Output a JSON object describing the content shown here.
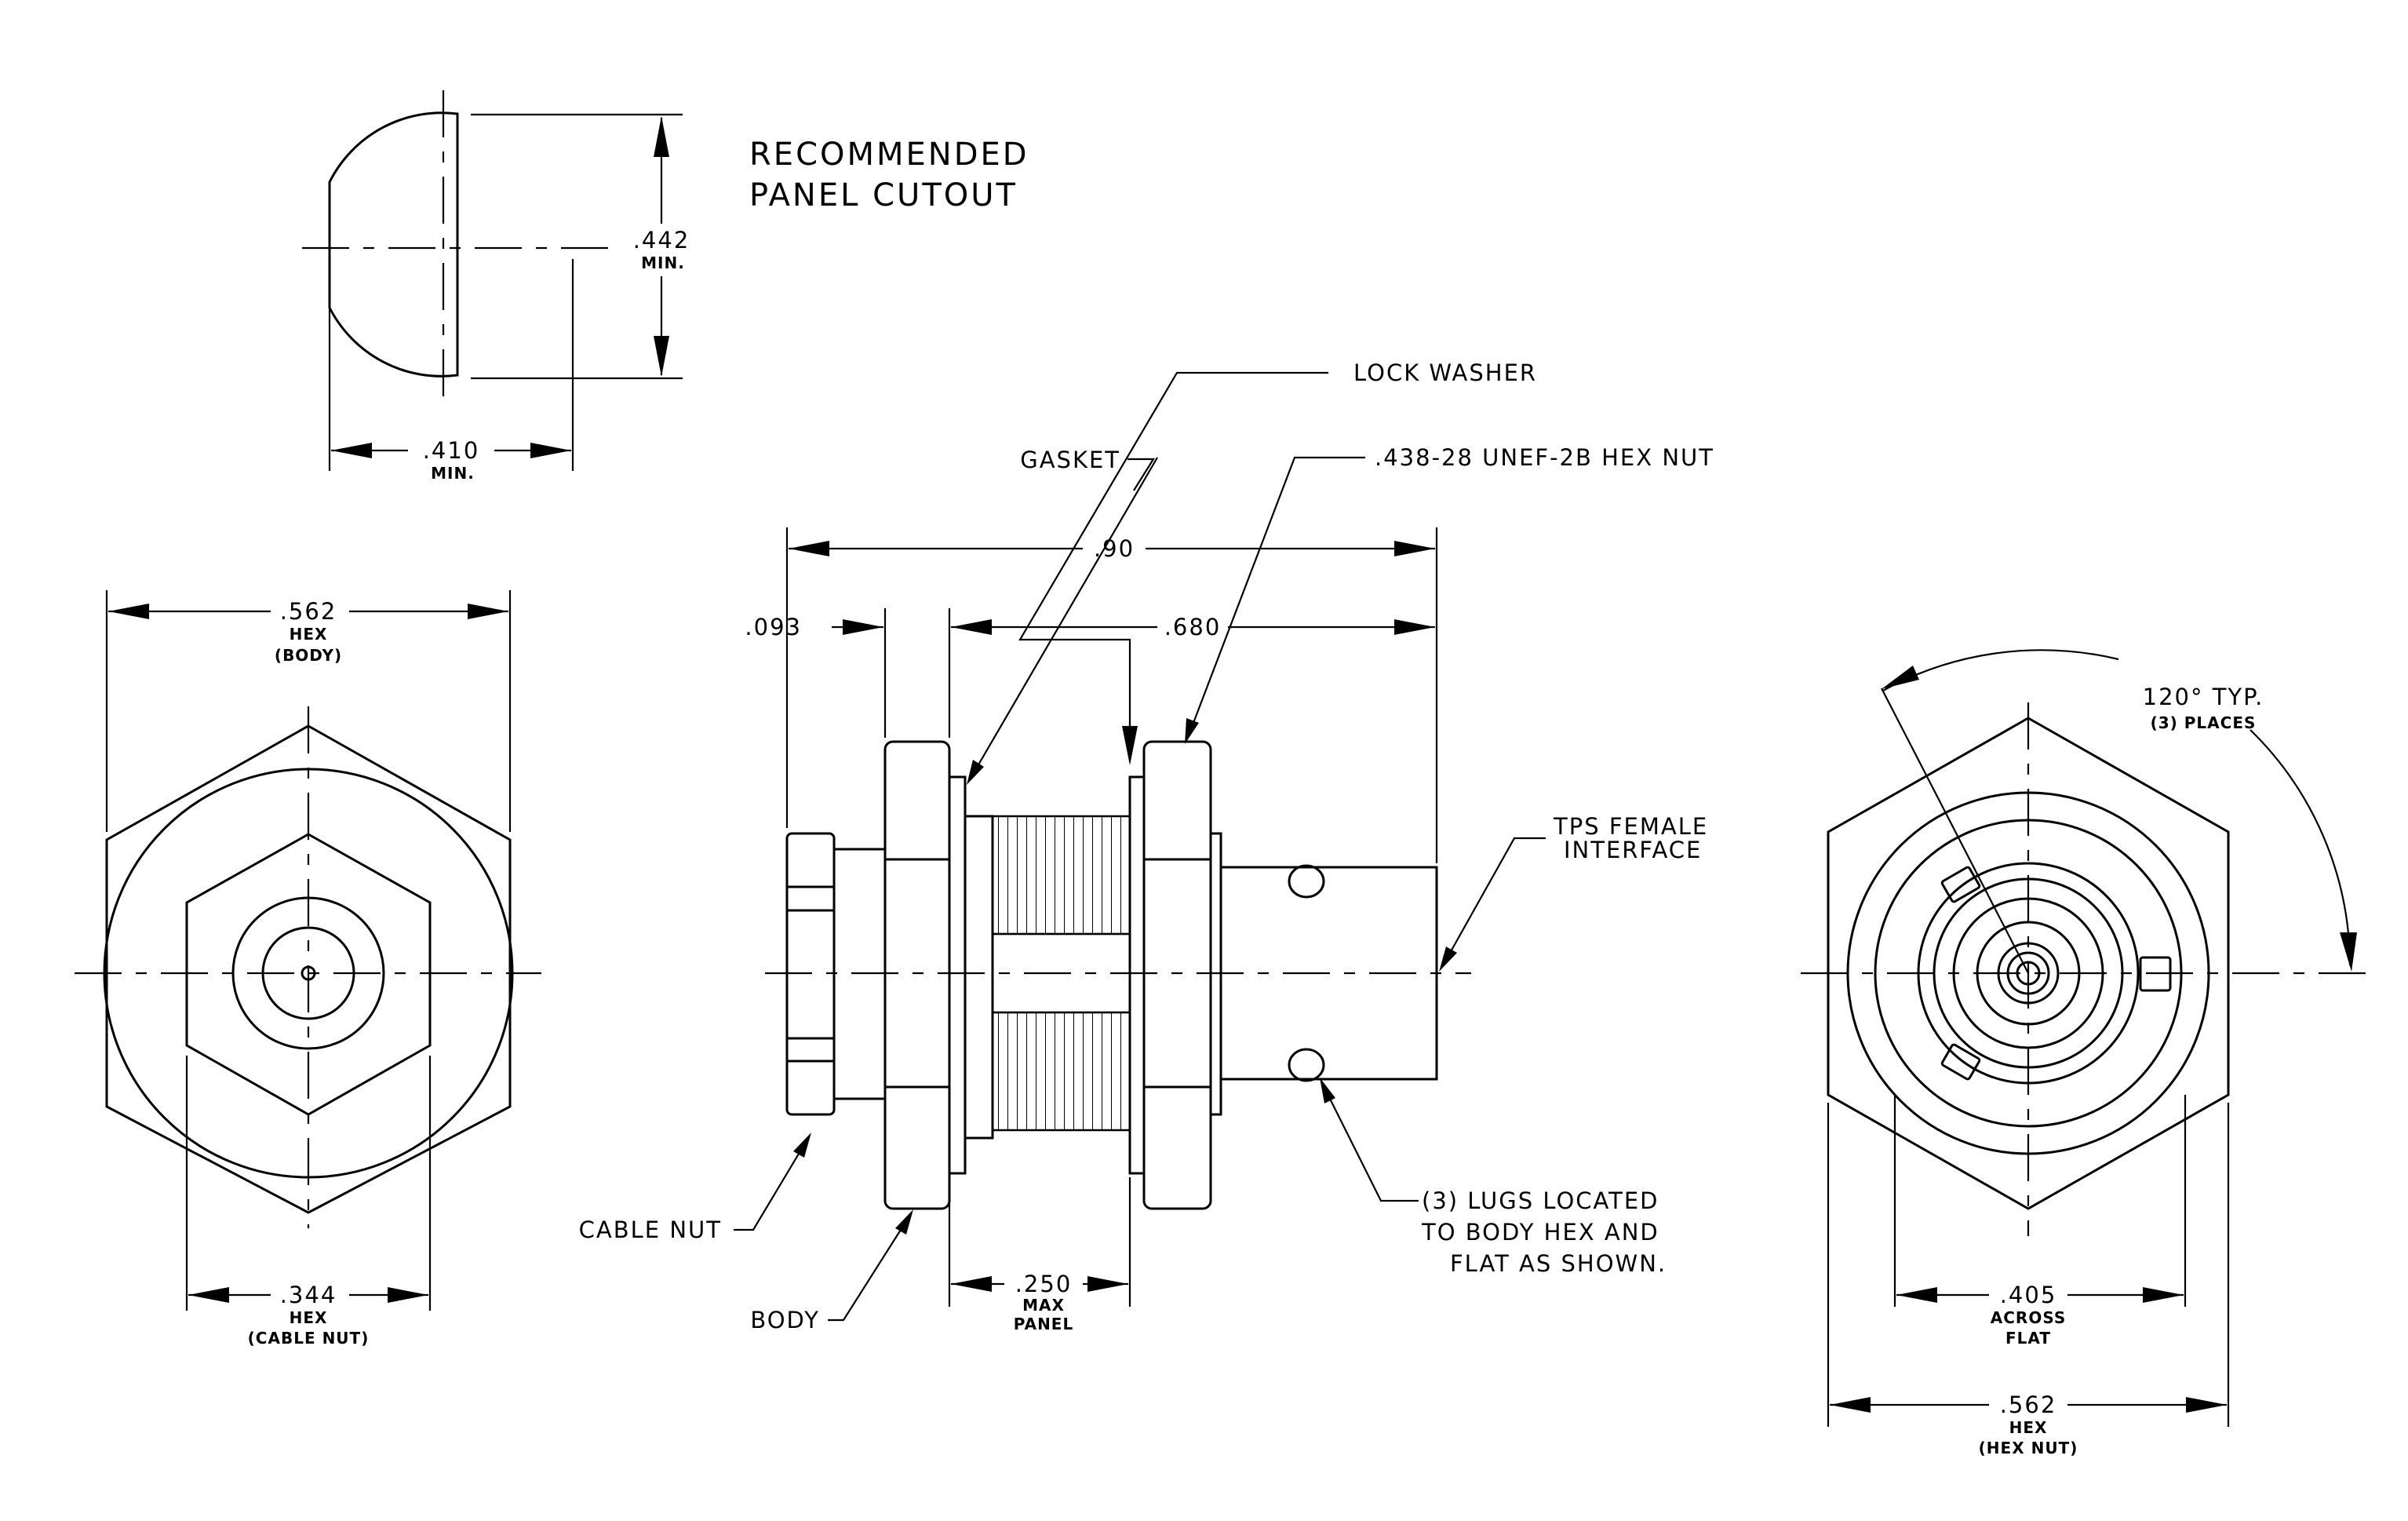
{
  "cutout": {
    "title_line1": "RECOMMENDED",
    "title_line2": "PANEL CUTOUT",
    "height_value": ".442",
    "height_note": "MIN.",
    "width_value": ".410",
    "width_note": "MIN."
  },
  "left_view": {
    "body_hex_value": ".562",
    "body_hex_note1": "HEX",
    "body_hex_note2": "(BODY)",
    "cable_nut_value": ".344",
    "cable_nut_note1": "HEX",
    "cable_nut_note2": "(CABLE NUT)"
  },
  "side_view": {
    "overall_length": ".90",
    "cable_nut_length": ".093",
    "thread_length": ".680",
    "max_panel_value": ".250",
    "max_panel_note1": "MAX",
    "max_panel_note2": "PANEL",
    "label_lock_washer": "LOCK WASHER",
    "label_gasket": "GASKET",
    "label_hex_nut": ".438-28 UNEF-2B HEX NUT",
    "label_tps_line1": "TPS FEMALE",
    "label_tps_line2": "INTERFACE",
    "label_cable_nut": "CABLE NUT",
    "label_body": "BODY",
    "label_lugs_line1": "(3) LUGS LOCATED",
    "label_lugs_line2": "TO BODY HEX AND",
    "label_lugs_line3": "FLAT AS SHOWN."
  },
  "right_view": {
    "angle_value": "120° TYP.",
    "angle_note": "(3) PLACES",
    "across_flat_value": ".405",
    "across_flat_note1": "ACROSS",
    "across_flat_note2": "FLAT",
    "hex_nut_value": ".562",
    "hex_nut_note1": "HEX",
    "hex_nut_note2": "(HEX NUT)"
  }
}
